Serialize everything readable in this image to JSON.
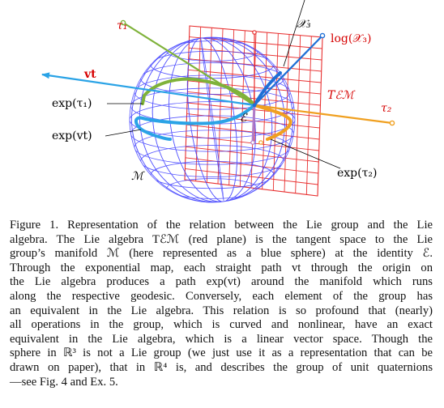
{
  "figure": {
    "labels": {
      "tau1": "τ₁",
      "vt": "vt",
      "exp_tau1": "exp(τ₁)",
      "exp_vt": "exp(vt)",
      "manifold": "ℳ",
      "identity": "ℰ",
      "x3": "𝒳₃",
      "log_x3": "log(𝒳₃)",
      "tangent_space": "Tℰℳ",
      "tau2": "τ₂",
      "exp_tau2": "exp(τ₂)"
    },
    "colors": {
      "sphere": "#3b3bff",
      "plane": "#e83030",
      "tau1_path": "#7fb23a",
      "vt_path": "#2aa3e6",
      "tau2_path": "#f0a020",
      "x3_path": "#1e6fd6",
      "x3_geodesic": "#b07cc8",
      "label_red": "#d60000"
    }
  },
  "caption": {
    "lines": [
      "Figure 1.  Representation of the relation between the Lie group and the Lie",
      "algebra. The Lie algebra Tℰℳ (red plane) is the tangent space to the Lie",
      "group’s manifold ℳ (here represented as a blue sphere) at the identity ℰ.",
      "Through the exponential map, each straight path vt through the origin on",
      "the Lie algebra produces a path exp(vt) around the manifold which runs",
      "along the respective geodesic.  Conversely, each element of the group has",
      "an equivalent in the Lie algebra. This relation is so profound that (nearly)",
      "all operations in the group, which is curved and nonlinear, have an exact",
      "equivalent in the Lie algebra, which is a linear vector space. Though the",
      "sphere in ℝ³ is not a Lie group (we just use it as a representation that can be",
      "drawn on paper), that in ℝ⁴ is, and describes the group of unit quaternions",
      "—see Fig. 4 and Ex. 5."
    ]
  }
}
